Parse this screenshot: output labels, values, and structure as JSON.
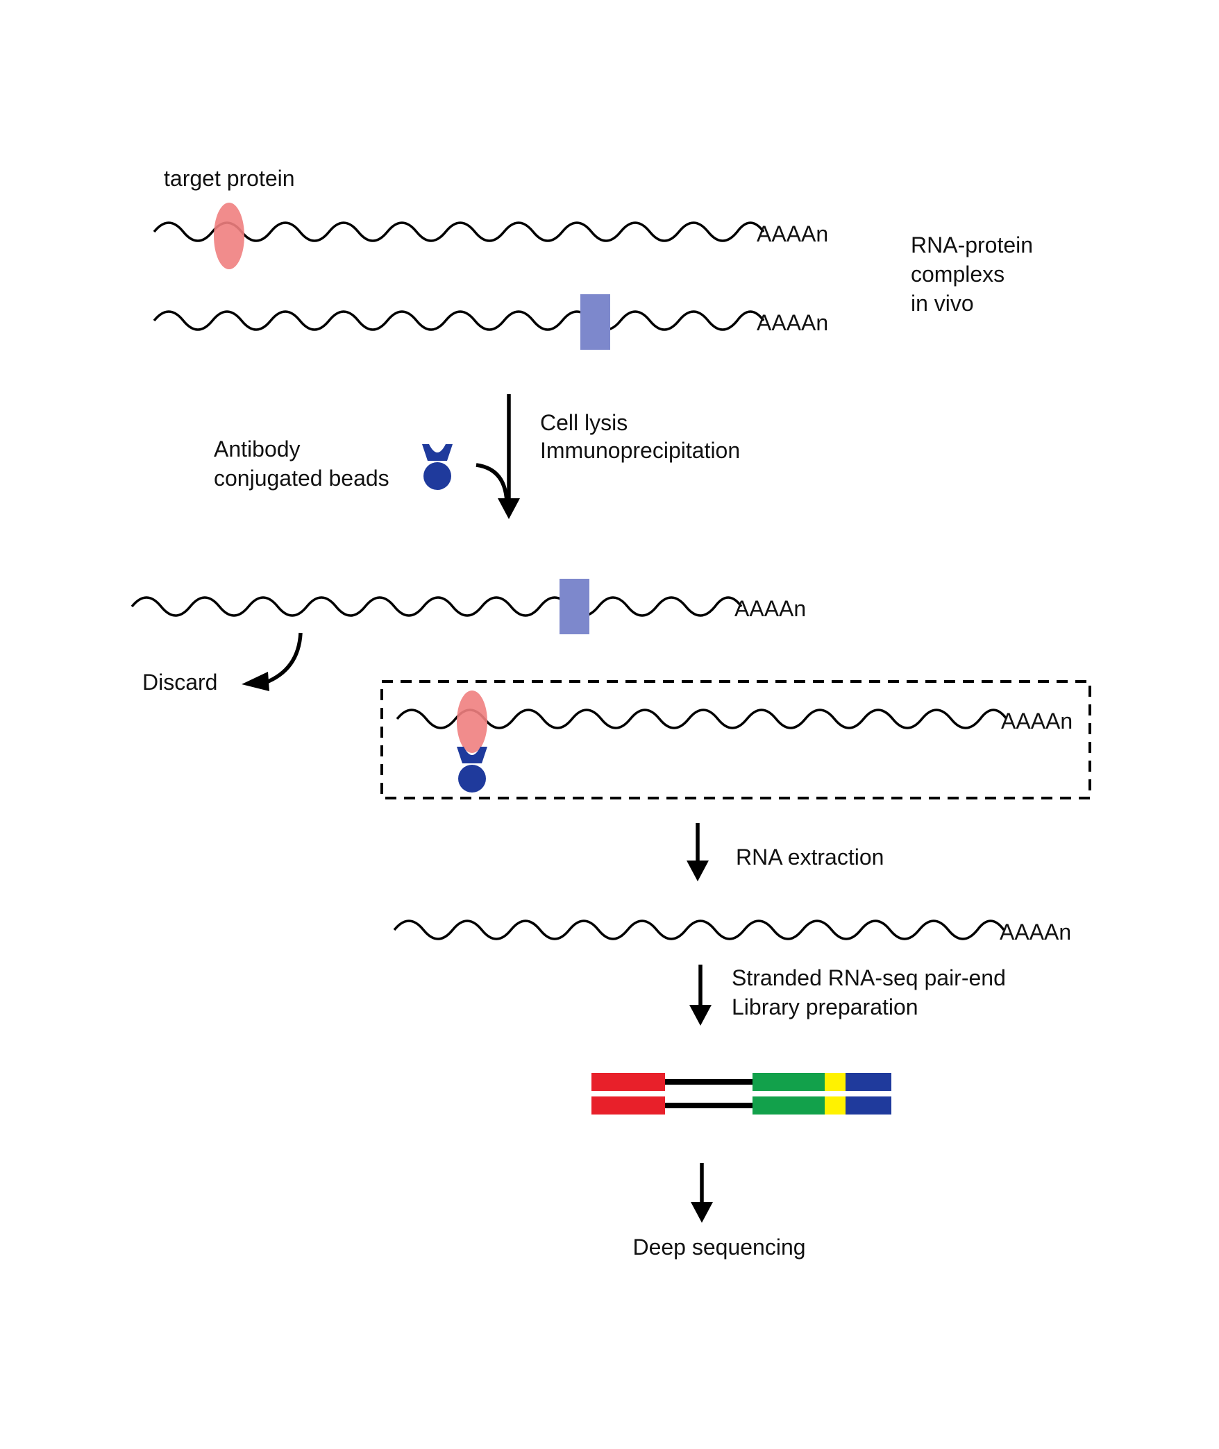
{
  "labels": {
    "target_protein": "target protein",
    "polyA": "AAAAn",
    "complexes_line1": "RNA-protein",
    "complexes_line2": "complexs",
    "complexes_line3": "in vivo",
    "step1_line1": "Cell lysis",
    "step1_line2": "Immunoprecipitation",
    "beads_line1": "Antibody",
    "beads_line2": "conjugated beads",
    "discard": "Discard",
    "step2": "RNA extraction",
    "step3_line1": "Stranded RNA-seq pair-end",
    "step3_line2": "Library preparation",
    "step4": "Deep sequencing"
  },
  "colors": {
    "target_protein": "#f08080",
    "other_protein": "#7d88cc",
    "antibody": "#1f3a9c",
    "adapter_red": "#e8202a",
    "insert_green": "#12a14b",
    "index_yellow": "#fff200",
    "adapter_blue": "#1f3a9c"
  }
}
